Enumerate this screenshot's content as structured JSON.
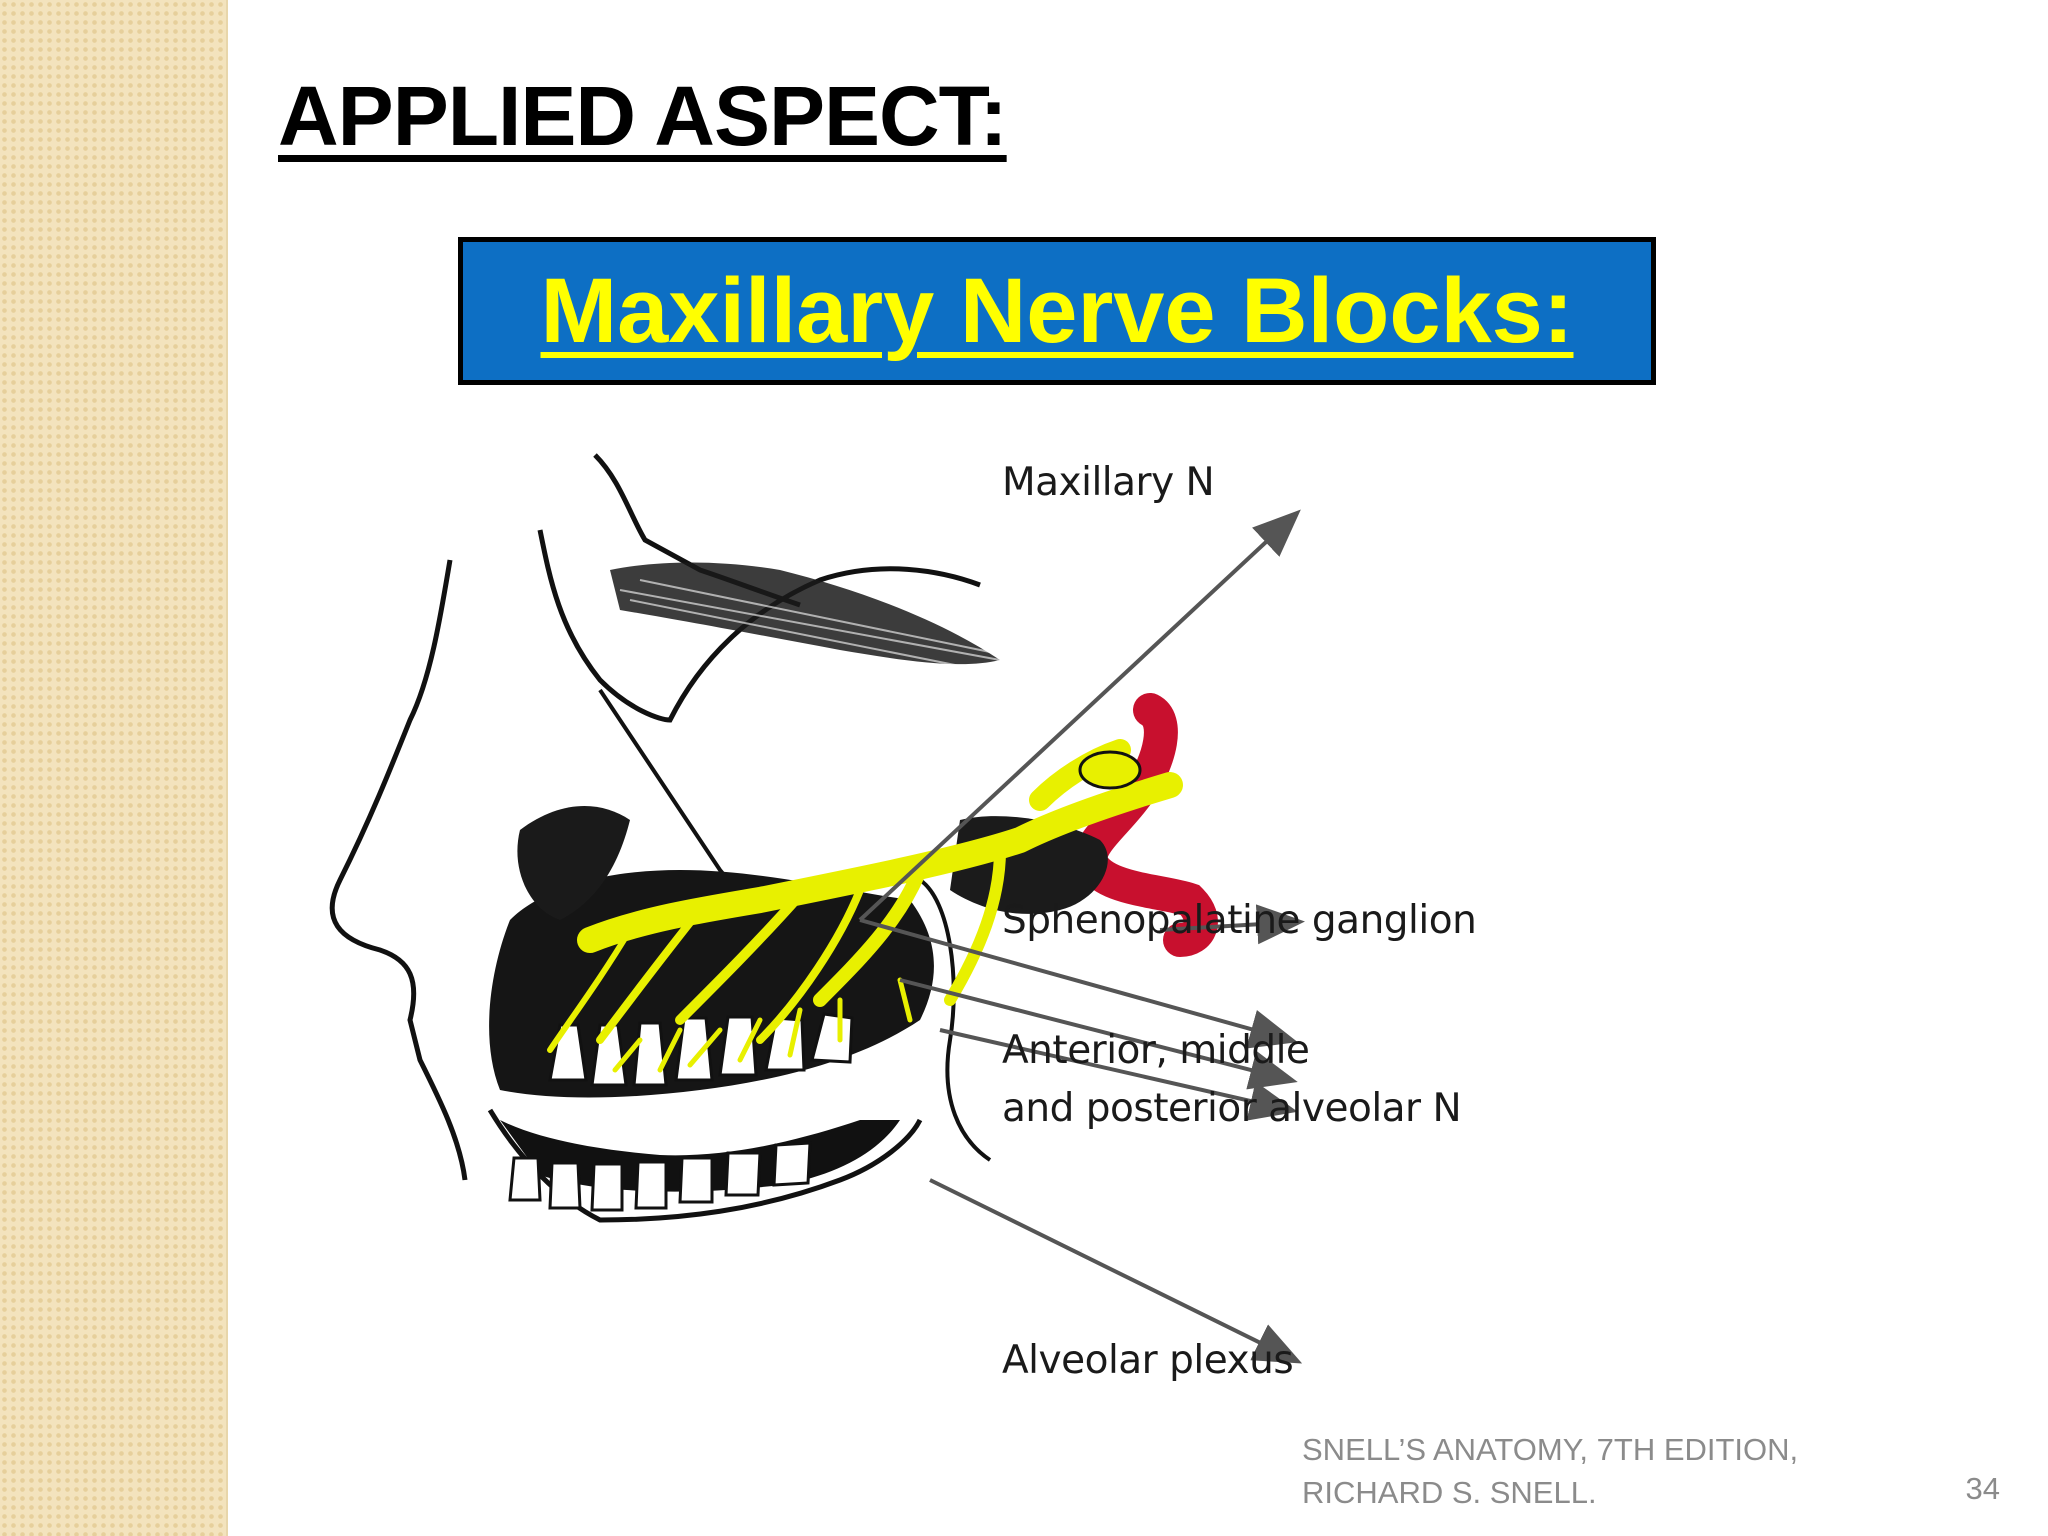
{
  "slide": {
    "title": "APPLIED ASPECT:",
    "banner": "Maxillary Nerve Blocks:",
    "page_number": "34"
  },
  "figure": {
    "labels": {
      "maxillary": "Maxillary N",
      "sphenopalatine": "Sphenopalatine ganglion",
      "alveolar_line1": "Anterior, middle",
      "alveolar_line2": "and posterior alveolar N",
      "plexus": "Alveolar plexus"
    }
  },
  "citation": {
    "line1": "SNELL’S ANATOMY, 7TH EDITION,",
    "line2": "RICHARD S. SNELL."
  },
  "colors": {
    "strip": "#f3e3bd",
    "banner_bg": "#0d6fc4",
    "banner_text": "#ffff00",
    "nerve": "#e8f000",
    "artery": "#c8102e"
  }
}
